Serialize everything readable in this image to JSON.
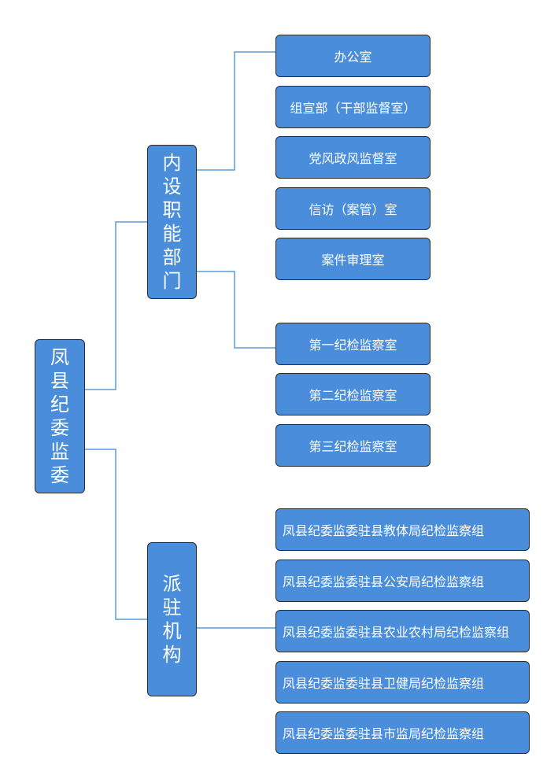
{
  "root": {
    "label": "凤县纪委监委"
  },
  "branches": [
    {
      "label": "内设职能部门",
      "items": [
        "办公室",
        "组宣部（干部监督室）",
        "党风政风监督室",
        "信访（案管）室",
        "案件审理室",
        "第一纪检监察室",
        "第二纪检监察室",
        "第三纪检监察室"
      ]
    },
    {
      "label": "派驻机构",
      "items": [
        "凤县纪委监委驻县教体局纪检监察组",
        "凤县纪委监委驻县公安局纪检监察组",
        "凤县纪委监委驻县农业农村局纪检监察组",
        "凤县纪委监委驻县卫健局纪检监察组",
        "凤县纪委监委驻县市监局纪检监察组"
      ]
    }
  ],
  "colors": {
    "box_fill": "#4a8edb",
    "box_border": "#2b2b2b",
    "connector": "#5b9bd5",
    "text": "#ffffff"
  }
}
